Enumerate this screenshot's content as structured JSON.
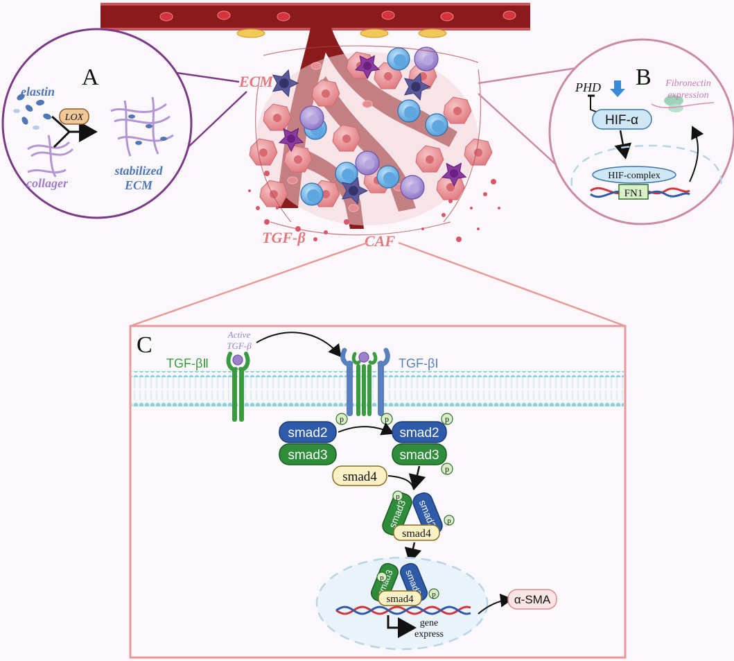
{
  "colors": {
    "vessel": "#8b1a1c",
    "vessel_light": "#c9545a",
    "rbc": "#d6343c",
    "tumor_pink": "#e98f93",
    "panel_a_border": "#7b3a86",
    "panel_b_border": "#c98aa6",
    "panel_c_border": "#e79a9a",
    "label_red": "#e07a7e",
    "smad2_blue": "#2e5aa8",
    "smad3_green": "#2f8c3a",
    "smad4_cream": "#fbf1c7",
    "membrane_blue": "#8fd0e2",
    "tgfb2_green": "#3a9a3f",
    "tgfb1_blue": "#5a7fbf",
    "elastin_blue": "#4f76b4",
    "collagen_purple": "#a07dc7"
  },
  "panels": {
    "a": {
      "letter": "A",
      "elastin": "elastin",
      "collagen": "collager",
      "enzyme": "LOX",
      "product_line1": "stabilized",
      "product_line2": "ECM"
    },
    "b": {
      "letter": "B",
      "phd": "PHD",
      "hif": "HIF-α",
      "complex": "HIF-complex",
      "gene": "FN1",
      "output_line1": "Fibronectin",
      "output_line2": "expression"
    },
    "c": {
      "letter": "C",
      "active_line1": "Active",
      "active_line2": "TGF-β",
      "receptor2": "TGF-βⅡ",
      "receptor1": "TGF-βⅠ",
      "smad2": "smad2",
      "smad3": "smad3",
      "smad4": "smad4",
      "phospho": "p",
      "gene_line1": "gene",
      "gene_line2": "express",
      "product": "α-SMA"
    }
  },
  "tumor_labels": {
    "ecm": "ECM",
    "tgfb": "TGF-β",
    "caf": "CAF"
  }
}
